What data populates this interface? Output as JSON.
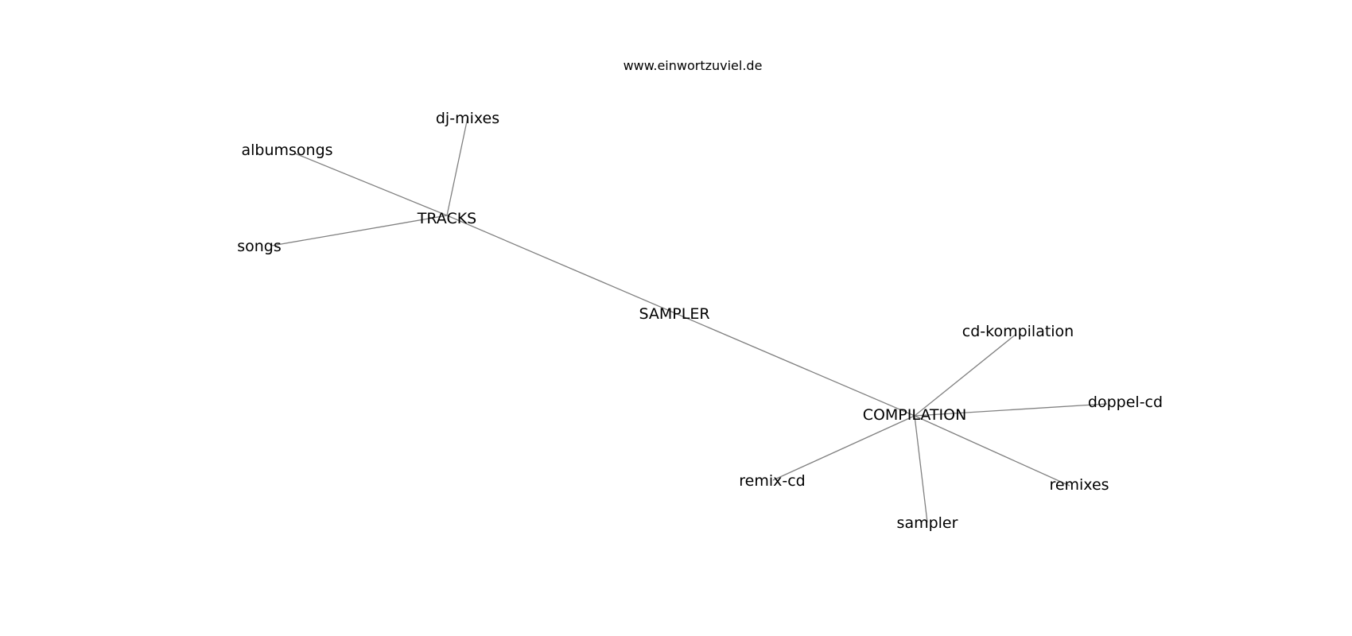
{
  "site": "www.einwortzuviel.de",
  "edge_color": "#808080",
  "text_color": "#000000",
  "graph": {
    "nodes": [
      {
        "id": "sampler_hub",
        "label": "SAMPLER"
      },
      {
        "id": "tracks",
        "label": "TRACKS"
      },
      {
        "id": "compilation",
        "label": "COMPILATION"
      },
      {
        "id": "dj_mixes",
        "label": "dj-mixes"
      },
      {
        "id": "albumsongs",
        "label": "albumsongs"
      },
      {
        "id": "songs",
        "label": "songs"
      },
      {
        "id": "cd_kompilation",
        "label": "cd-kompilation"
      },
      {
        "id": "doppel_cd",
        "label": "doppel-cd"
      },
      {
        "id": "remix_cd",
        "label": "remix-cd"
      },
      {
        "id": "remixes",
        "label": "remixes"
      },
      {
        "id": "sampler_leaf",
        "label": "sampler"
      }
    ],
    "edges": [
      [
        "tracks",
        "compilation"
      ],
      [
        "tracks",
        "dj_mixes"
      ],
      [
        "tracks",
        "albumsongs"
      ],
      [
        "tracks",
        "songs"
      ],
      [
        "compilation",
        "cd_kompilation"
      ],
      [
        "compilation",
        "doppel_cd"
      ],
      [
        "compilation",
        "remix_cd"
      ],
      [
        "compilation",
        "remixes"
      ],
      [
        "compilation",
        "sampler_leaf"
      ]
    ]
  }
}
